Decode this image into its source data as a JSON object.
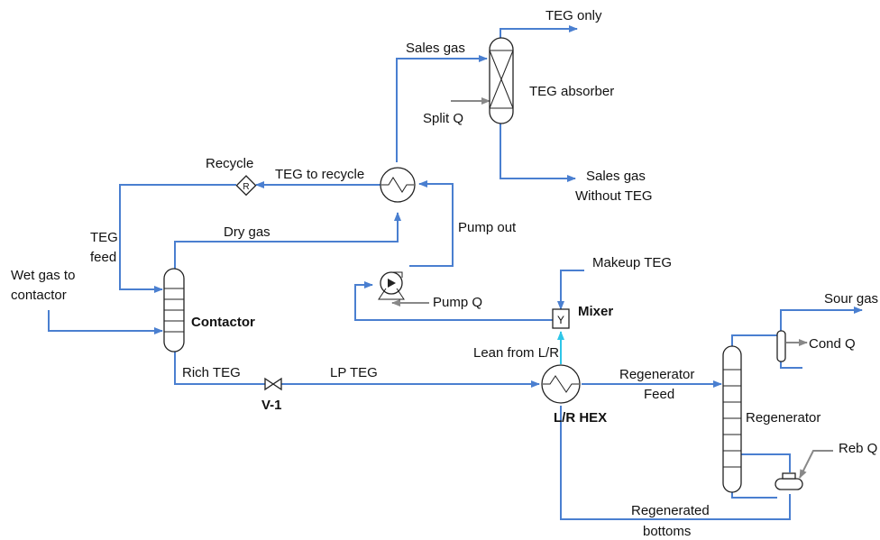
{
  "colors": {
    "stream": "#4a7fd0",
    "energy": "#888888",
    "equipment": "#222222",
    "highlight": "#2ec6e8"
  },
  "labels": {
    "teg_only": "TEG only",
    "sales_gas": "Sales gas",
    "teg_absorber": "TEG absorber",
    "split_q": "Split Q",
    "sales_gas_no_teg_1": "Sales gas",
    "sales_gas_no_teg_2": "Without TEG",
    "recycle": "Recycle",
    "recycle_symbol": "R",
    "teg_to_recycle": "TEG to recycle",
    "teg_feed_1": "TEG",
    "teg_feed_2": "feed",
    "dry_gas": "Dry gas",
    "pump_out": "Pump out",
    "wet_gas_1": "Wet gas to",
    "wet_gas_2": "contactor",
    "contactor": "Contactor",
    "pump_q": "Pump Q",
    "makeup_teg": "Makeup TEG",
    "mixer": "Mixer",
    "mixer_symbol": "Y",
    "lean_from_lr": "Lean from L/R",
    "rich_teg": "Rich TEG",
    "lp_teg": "LP TEG",
    "v1": "V-1",
    "lr_hex": "L/R HEX",
    "regen_feed_1": "Regenerator",
    "regen_feed_2": "Feed",
    "sour_gas": "Sour gas",
    "cond_q": "Cond Q",
    "regenerator": "Regenerator",
    "reb_q": "Reb Q",
    "regen_bottoms_1": "Regenerated",
    "regen_bottoms_2": "bottoms"
  }
}
